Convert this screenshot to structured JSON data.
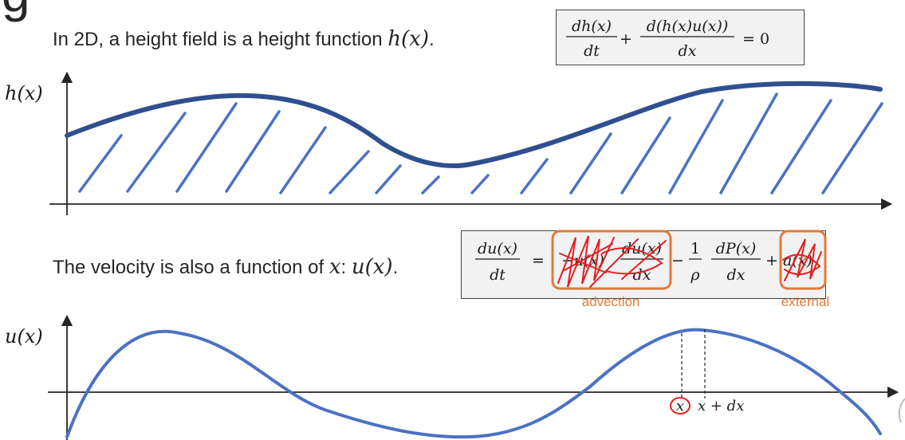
{
  "title_fragment": "g",
  "line1": {
    "prefix": "In 2D, a height field is a height function ",
    "math": "h(x)",
    "suffix": "."
  },
  "line2": {
    "prefix": "The velocity is also a function of ",
    "math1": "x",
    "mid": ": ",
    "math2": "u(x)",
    "suffix": "."
  },
  "eq1": {
    "t1_num": "dh(x)",
    "t1_den": "dt",
    "op": "+",
    "t2_num": "d(h(x)u(x))",
    "t2_den": "dx",
    "rhs": "= 0"
  },
  "eq2": {
    "lhs_num": "du(x)",
    "lhs_den": "dt",
    "eq": "=",
    "adv_prefix": "−u(x)",
    "adv_num": "du(x)",
    "adv_den": "dx",
    "minus": "−",
    "c_num": "1",
    "c_den": "ρ",
    "p_num": "dP(x)",
    "p_den": "dx",
    "plus": "+",
    "ext": "a(x)"
  },
  "annotations": {
    "advection": "advection",
    "external": "external"
  },
  "axes": {
    "h_label": "h(x)",
    "u_label": "u(x)"
  },
  "x_labels": {
    "x": "x",
    "x_dx": "x + dx"
  },
  "colors": {
    "curve_h": "#2f4f8f",
    "hatch": "#4a72c4",
    "curve_u": "#4a72c4",
    "annotation": "#e07b39",
    "scribble": "#e02020",
    "text": "#262626"
  }
}
